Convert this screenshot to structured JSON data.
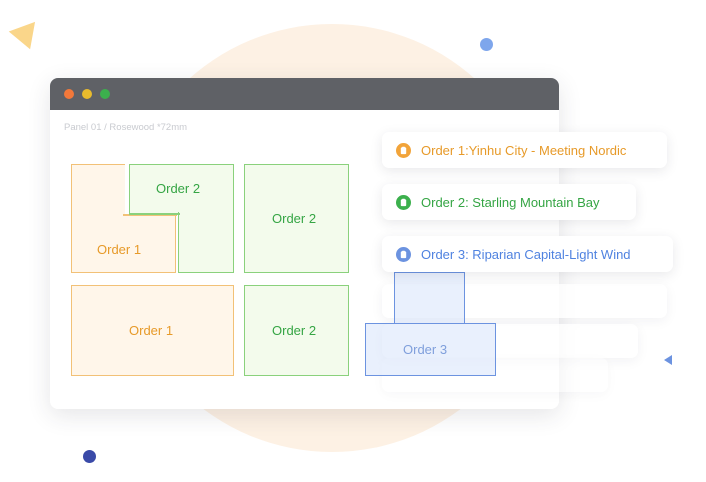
{
  "panel": {
    "caption": "Panel 01 / Rosewood *72mm"
  },
  "pieces": {
    "order1_l": "Order 1",
    "order2_l": "Order 2",
    "order2_square": "Order 2",
    "order1_rect": "Order 1",
    "order2_bottom": "Order 2",
    "order3_ghost": "Order 3"
  },
  "orders": [
    {
      "label": "Order 1:Yinhu City - Meeting Nordic",
      "color": "#e79a29",
      "icon": "clipboard-icon"
    },
    {
      "label": "Order 2: Starling Mountain Bay",
      "color": "#35a544",
      "icon": "clipboard-icon"
    },
    {
      "label": "Order 3: Riparian Capital-Light Wind",
      "color": "#4f82e0",
      "icon": "clipboard-icon"
    }
  ],
  "colors": {
    "order1": "#e79a29",
    "order2": "#35a544",
    "order3": "#4f82e0"
  }
}
